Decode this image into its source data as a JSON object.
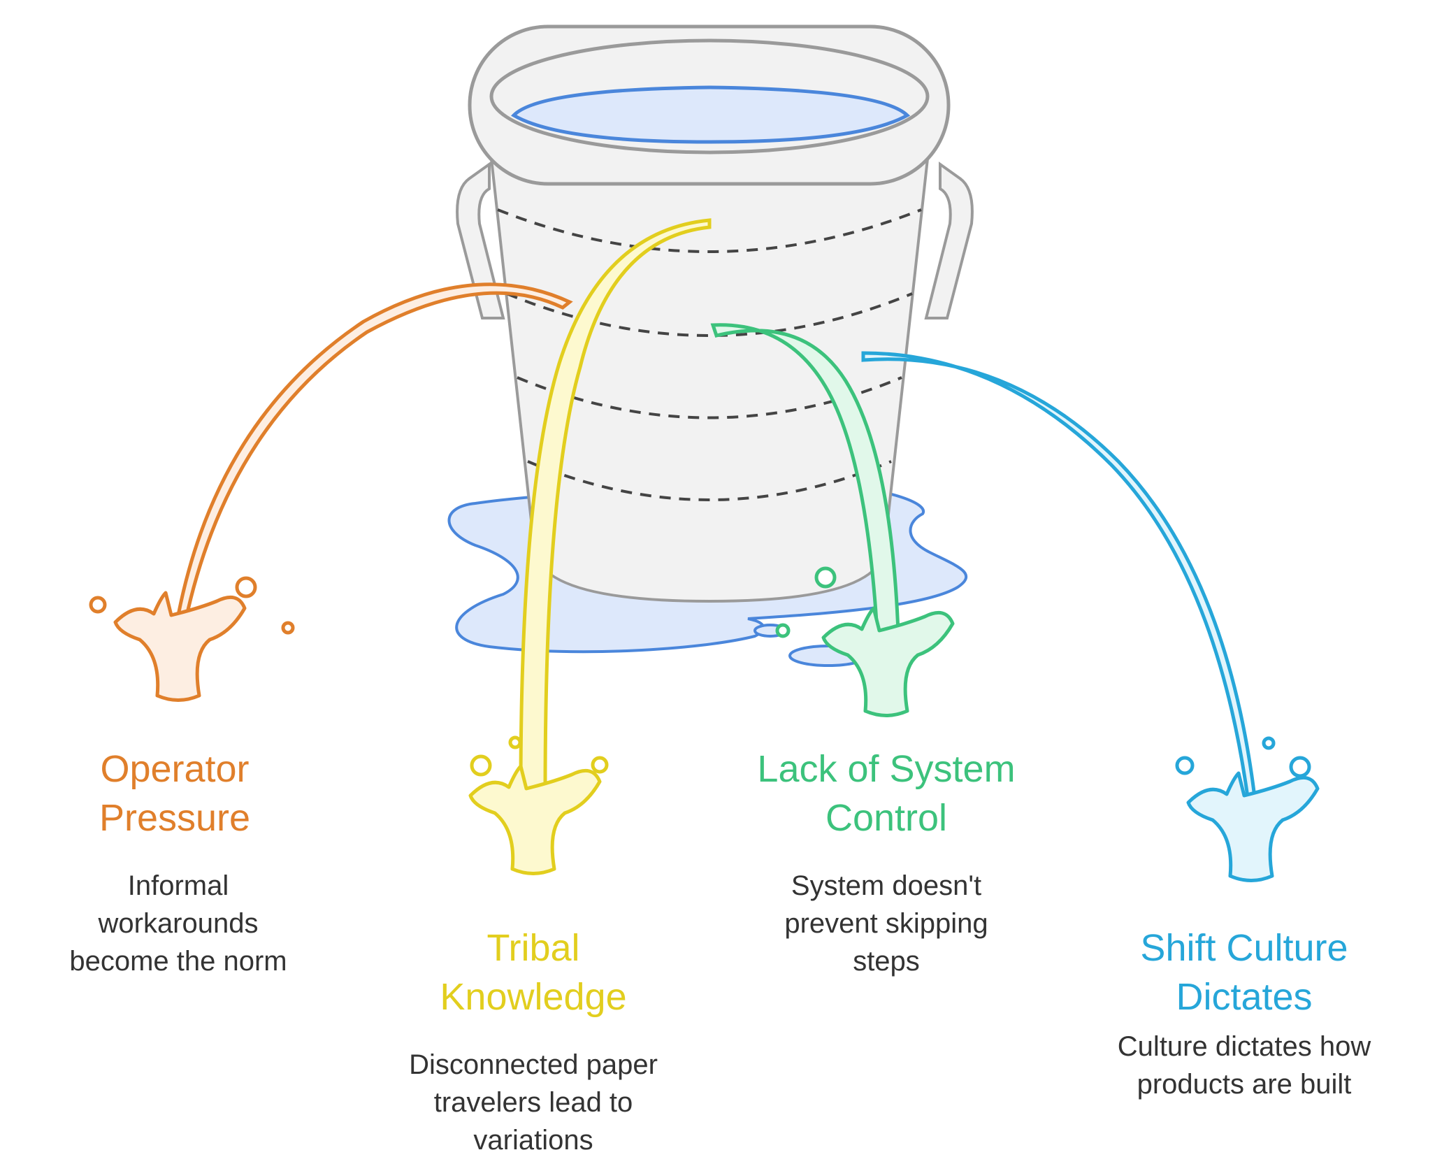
{
  "items": [
    {
      "key": "operator",
      "title_lines": [
        "Operator",
        "Pressure"
      ],
      "desc_lines": [
        "Informal",
        "workarounds",
        "become the norm"
      ],
      "stroke": "#e07f2b",
      "fill": "#fdeee2"
    },
    {
      "key": "tribal",
      "title_lines": [
        "Tribal",
        "Knowledge"
      ],
      "desc_lines": [
        "Disconnected paper",
        "travelers lead to",
        "variations"
      ],
      "stroke": "#e2ce1e",
      "fill": "#fdf9cf"
    },
    {
      "key": "system",
      "title_lines": [
        "Lack of System",
        "Control"
      ],
      "desc_lines": [
        "System doesn't",
        "prevent skipping",
        "steps"
      ],
      "stroke": "#3cc27c",
      "fill": "#e1f8ea"
    },
    {
      "key": "shift",
      "title_lines": [
        "Shift Culture",
        "Dictates"
      ],
      "desc_lines": [
        "Culture dictates how",
        "products are built"
      ],
      "stroke": "#26a6d9",
      "fill": "#e2f5fc"
    }
  ],
  "colors": {
    "bucket_stroke": "#9a9a9a",
    "bucket_fill": "#f2f2f2",
    "water_stroke": "#4a86db",
    "water_fill": "#dde8fb",
    "dash": "#444444"
  }
}
